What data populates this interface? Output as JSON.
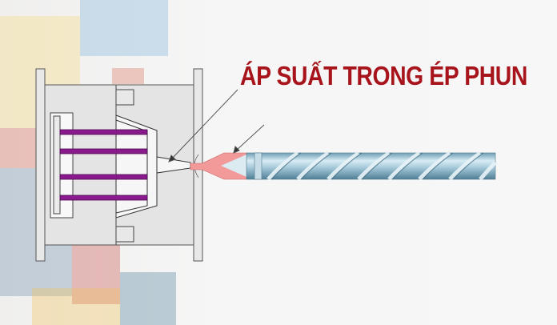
{
  "title": "ÁP SUẤT TRONG ÉP PHUN",
  "colors": {
    "title": "#a8141c",
    "ejector_pins": "#8a1a8e",
    "molten_plastic": "#f29a9a",
    "screw": "#8fb8cc",
    "mold": "#e6e6e6",
    "outline": "#3a3a3a"
  },
  "diagram": {
    "components": [
      "mold-platen-left",
      "mold-cavity",
      "ejector-pins",
      "sprue",
      "nozzle",
      "injection-screw"
    ],
    "arrows": 2
  }
}
